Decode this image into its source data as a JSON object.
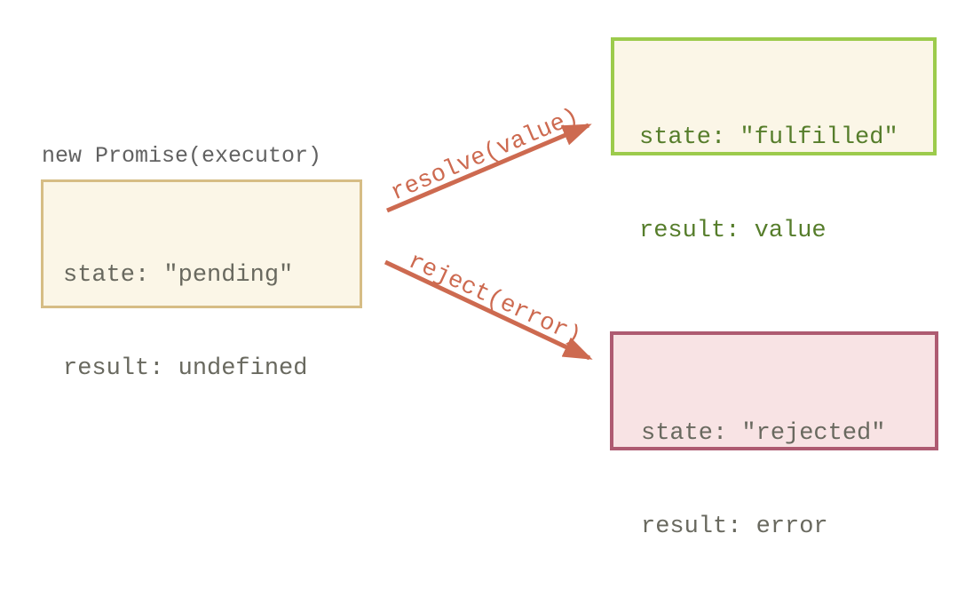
{
  "diagram": {
    "creation_label": "new Promise(executor)",
    "boxes": {
      "pending": {
        "state_line": "state: \"pending\"",
        "result_line": "result: undefined"
      },
      "fulfilled": {
        "state_line": "state: \"fulfilled\"",
        "result_line": "result: value"
      },
      "rejected": {
        "state_line": "state: \"rejected\"",
        "result_line": "result: error"
      }
    },
    "arrows": {
      "resolve_label": "resolve(value)",
      "reject_label": "reject(error)"
    },
    "colors": {
      "arrow": "#cd6a50",
      "pending_border": "#d6bd85",
      "pending_bg": "#fbf6e7",
      "pending_text": "#69695f",
      "fulfilled_border": "#9ccb4c",
      "fulfilled_bg": "#fbf6e7",
      "fulfilled_text": "#567d2b",
      "rejected_border": "#ae5b71",
      "rejected_bg": "#f8e3e4",
      "rejected_text": "#69695f",
      "label_text": "#616161"
    }
  }
}
